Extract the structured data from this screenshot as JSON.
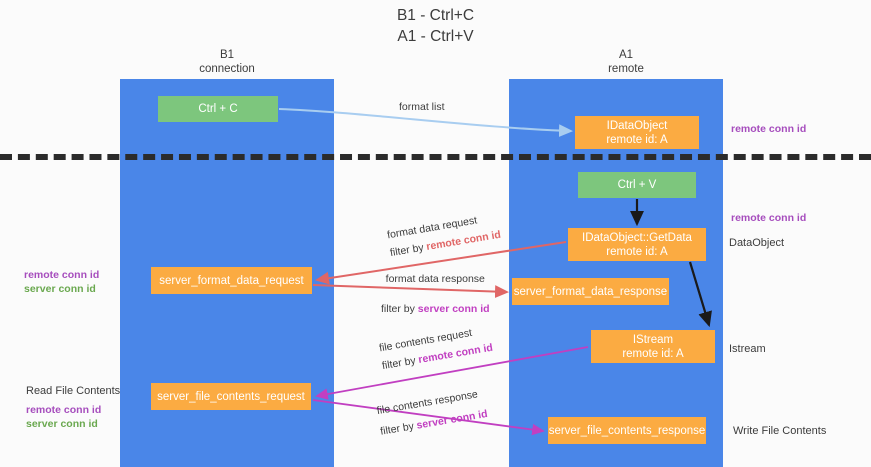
{
  "title": {
    "line1": "B1 - Ctrl+C",
    "line2": "A1 - Ctrl+V"
  },
  "lanes": [
    {
      "id": "b1",
      "name": "B1",
      "sub": "connection",
      "color": "#4a86e8"
    },
    {
      "id": "a1",
      "name": "A1",
      "sub": "remote",
      "color": "#4a86e8"
    }
  ],
  "nodes": {
    "ctrl_c": "Ctrl + C",
    "idataobject": {
      "line1": "IDataObject",
      "line2": "remote id: A"
    },
    "ctrl_v": "Ctrl + V",
    "getdata": {
      "line1": "IDataObject::GetData",
      "line2": "remote id: A"
    },
    "server_format_data_request": "server_format_data_request",
    "server_format_data_response": "server_format_data_response",
    "istream": {
      "line1": "IStream",
      "line2": "remote id: A"
    },
    "server_file_contents_request": "server_file_contents_request",
    "server_file_contents_response": "server_file_contents_response"
  },
  "edges": {
    "format_list": "format list",
    "format_data_request": "format data request",
    "format_data_response": "format data response",
    "file_contents_request": "file contents request",
    "file_contents_response": "file contents response",
    "filter_by": "filter by ",
    "remote_conn_id": "remote conn id",
    "server_conn_id": "server conn id"
  },
  "annotations": {
    "right_remote_conn_id_top": "remote conn id",
    "right_remote_conn_id_mid": "remote conn id",
    "right_dataobject": "DataObject",
    "right_istream": "Istream",
    "right_write_file_contents": "Write File Contents",
    "left_remote_conn_id": "remote conn id",
    "left_server_conn_id": "server conn id",
    "left_read_file_contents": "Read File Contents",
    "left_remote_conn_id_2": "remote conn id",
    "left_server_conn_id_2": "server conn id"
  },
  "colors": {
    "lane": "#4a86e8",
    "node_orange": "#fbab42",
    "node_green": "#7dc67d",
    "arrow_blue": "#a8cdf0",
    "arrow_red": "#e06666",
    "arrow_magenta": "#c13fc1",
    "arrow_black": "#1a1a1a",
    "text_purple": "#a64dbd",
    "text_green": "#6aa84f",
    "separator": "#2b2b2b",
    "background": "#fbfbfb"
  }
}
